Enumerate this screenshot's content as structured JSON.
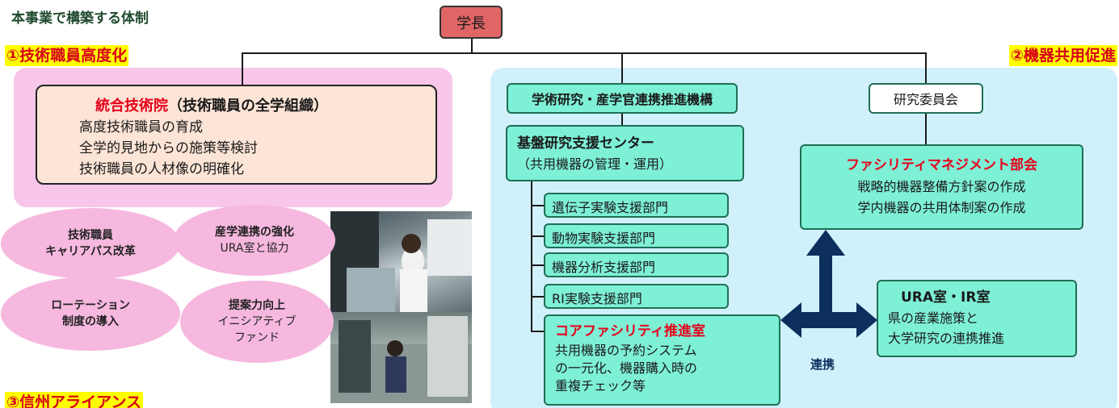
{
  "title": "本事業で構築する体制",
  "president": "学長",
  "section1_label": "①技術職員高度化",
  "section2_label": "②機器共用促進",
  "section3_label": "③信州アライアンス",
  "integrated": {
    "title_red": "統合技術院",
    "title_rest": "（技術職員の全学組織）",
    "lines": [
      "高度技術職員の育成",
      "全学的見地からの施策等検討",
      "技術職員の人材像の明確化"
    ]
  },
  "ellipses": {
    "career": {
      "l1": "技術職員",
      "l2": "キャリアパス改革"
    },
    "industry": {
      "title": "産学連携の強化",
      "sub": "URA室と協力"
    },
    "rotation": {
      "l1": "ローテーション",
      "l2": "制度の導入"
    },
    "proposal": {
      "title": "提案力向上",
      "l1": "イニシアティブ",
      "l2": "ファンド"
    }
  },
  "org": "学術研究・産学官連携推進機構",
  "committee": "研究委員会",
  "center": {
    "title": "基盤研究支援センター",
    "sub": "（共用機器の管理・運用）"
  },
  "depts": [
    "遺伝子実験支援部門",
    "動物実験支援部門",
    "機器分析支援部門",
    "RI実験支援部門"
  ],
  "core": {
    "title": "コアファシリティ推進室",
    "lines": [
      "共用機器の予約システム",
      "の一元化、機器購入時の",
      "重複チェック等"
    ]
  },
  "fm": {
    "title": "ファシリティマネジメント部会",
    "lines": [
      "戦略的機器整備方針案の作成",
      "学内機器の共用体制案の作成"
    ]
  },
  "ura": {
    "title": "URA室・IR室",
    "lines": [
      "県の産業施策と",
      "大学研究の連携推進"
    ]
  },
  "link_label": "連携",
  "colors": {
    "accent_red": "#e6001a",
    "box_fill": "#7ef0d6",
    "pink_panel": "#f7c6e9",
    "blue_panel": "#d0f1fb",
    "arrow": "#0d2f5e"
  }
}
